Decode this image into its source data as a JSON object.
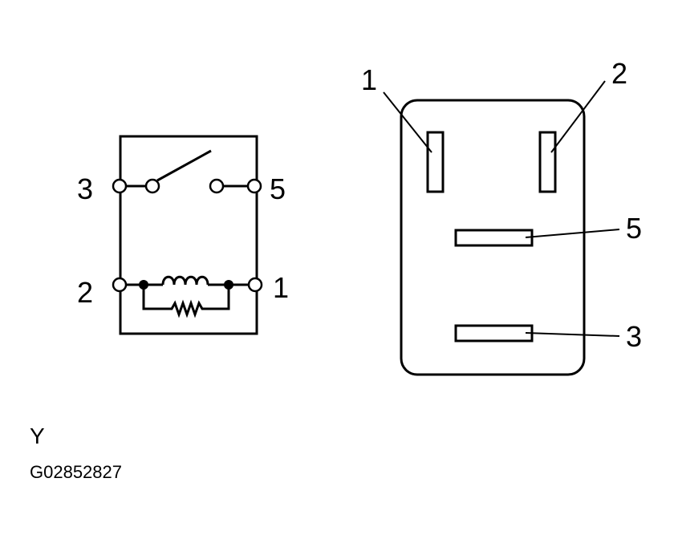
{
  "schematic": {
    "terminals": {
      "left_top": "3",
      "right_top": "5",
      "left_bottom": "2",
      "right_bottom": "1"
    }
  },
  "connector": {
    "pins": {
      "top_left": "1",
      "top_right": "2",
      "middle": "5",
      "bottom": "3"
    }
  },
  "footer": {
    "view_label": "Y",
    "figure_code": "G02852827"
  }
}
